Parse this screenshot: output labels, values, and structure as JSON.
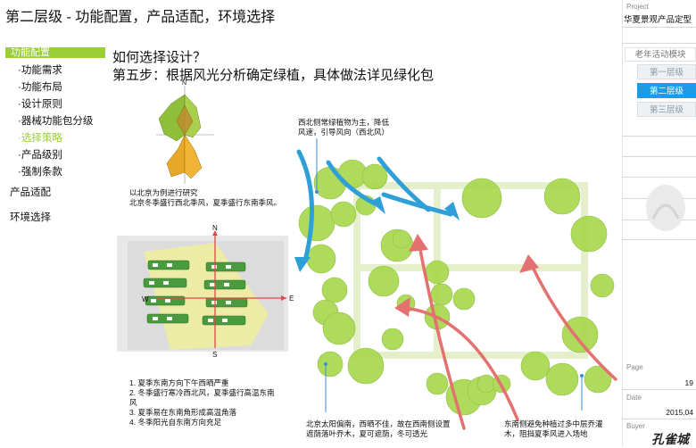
{
  "header": {
    "title": "第二层级 - 功能配置，产品适配，环境选择"
  },
  "sidebar": {
    "active": "功能配置",
    "sub_items": [
      "·功能需求",
      "·功能布局",
      "·设计原则",
      "·器械功能包分级",
      "·选择策略",
      "·产品级别",
      "·强制条款"
    ],
    "top_items": [
      "产品适配",
      "环境选择"
    ]
  },
  "main": {
    "question": "如何选择设计？",
    "step": "第五步：根据风光分析确定绿植，具体做法详见绿化包",
    "windrose_note": [
      "以北京为例进行研究",
      "北京冬季盛行西北季风，夏季盛行东南季风。"
    ],
    "compass": {
      "n": "N",
      "s": "S",
      "e": "E",
      "w": "W"
    },
    "sun_notes": [
      "1. 夏季东南方向下午西晒严重",
      "2. 冬季盛行寒冷西北风，夏季盛行高温东南",
      "风",
      "3. 夏季易在东南角形成高温角落",
      "4. 冬季阳光自东南方向充足"
    ],
    "plan_note_nw": [
      "西北侧常绿植物为主，降低",
      "风速，引导风向（西北风）"
    ],
    "plan_note_sw": [
      "北京太阳偏南，西晒不佳，故在西南侧设置",
      "遮荫落叶乔木，夏可遮荫，冬可透光"
    ],
    "plan_note_se": [
      "东南侧避免种植过多中层乔灌",
      "木，阻挡夏季风进入场地"
    ]
  },
  "right_panel": {
    "project_label": "Project",
    "project_name": "华夏景观产品定型",
    "module": "老年活动模块",
    "levels": [
      "第一层级",
      "第二层级",
      "第三层级"
    ],
    "active_level": "第二层级",
    "page_label": "Page",
    "page": "19",
    "date_label": "Date",
    "date": "2015.04",
    "buyer_label": "Buyer",
    "logo": "孔雀城"
  },
  "colors": {
    "accent_green": "#9bcf3a",
    "tab_blue": "#1e9be6",
    "wind_blue": "#2f9fd8",
    "wind_red": "#e4706f",
    "tree_green": "#9ed53f"
  }
}
